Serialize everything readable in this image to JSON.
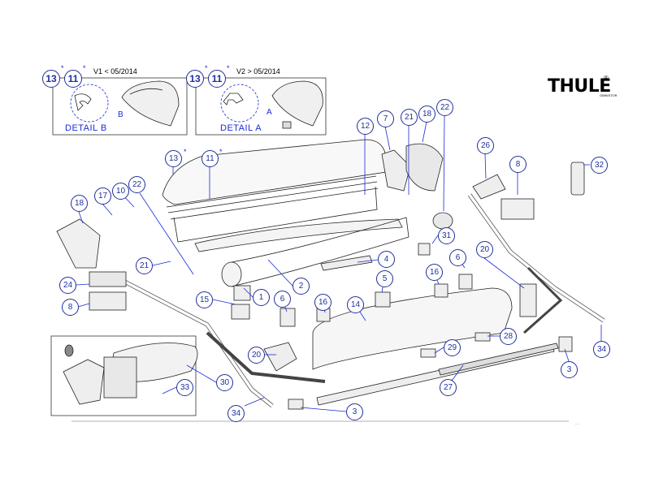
{
  "brand": {
    "name": "THULE",
    "reg": "®",
    "sub": "OMNISTOR"
  },
  "detail_b": {
    "version_num_13": "13",
    "version_num_11": "11",
    "version_text": "V1 < 05/2014",
    "label": "DETAIL B",
    "letter": "B"
  },
  "detail_a": {
    "version_num_13": "13",
    "version_num_11": "11",
    "version_text": "V2 > 05/2014",
    "label": "DETAIL A",
    "letter": "A"
  },
  "asterisk": "*",
  "footnote": "...",
  "callouts": [
    "13",
    "11",
    "12",
    "7",
    "21",
    "18",
    "22",
    "26",
    "8",
    "32",
    "18",
    "17",
    "10",
    "22",
    "31",
    "21",
    "4",
    "20",
    "24",
    "6",
    "5",
    "16",
    "8",
    "15",
    "1",
    "2",
    "6",
    "16",
    "14",
    "20",
    "30",
    "29",
    "28",
    "27",
    "3",
    "34",
    "33",
    "34",
    "3",
    "13",
    "11"
  ],
  "colors": {
    "callout": "#1f2f9a",
    "leader": "#1a2bd6",
    "line": "#222222"
  }
}
